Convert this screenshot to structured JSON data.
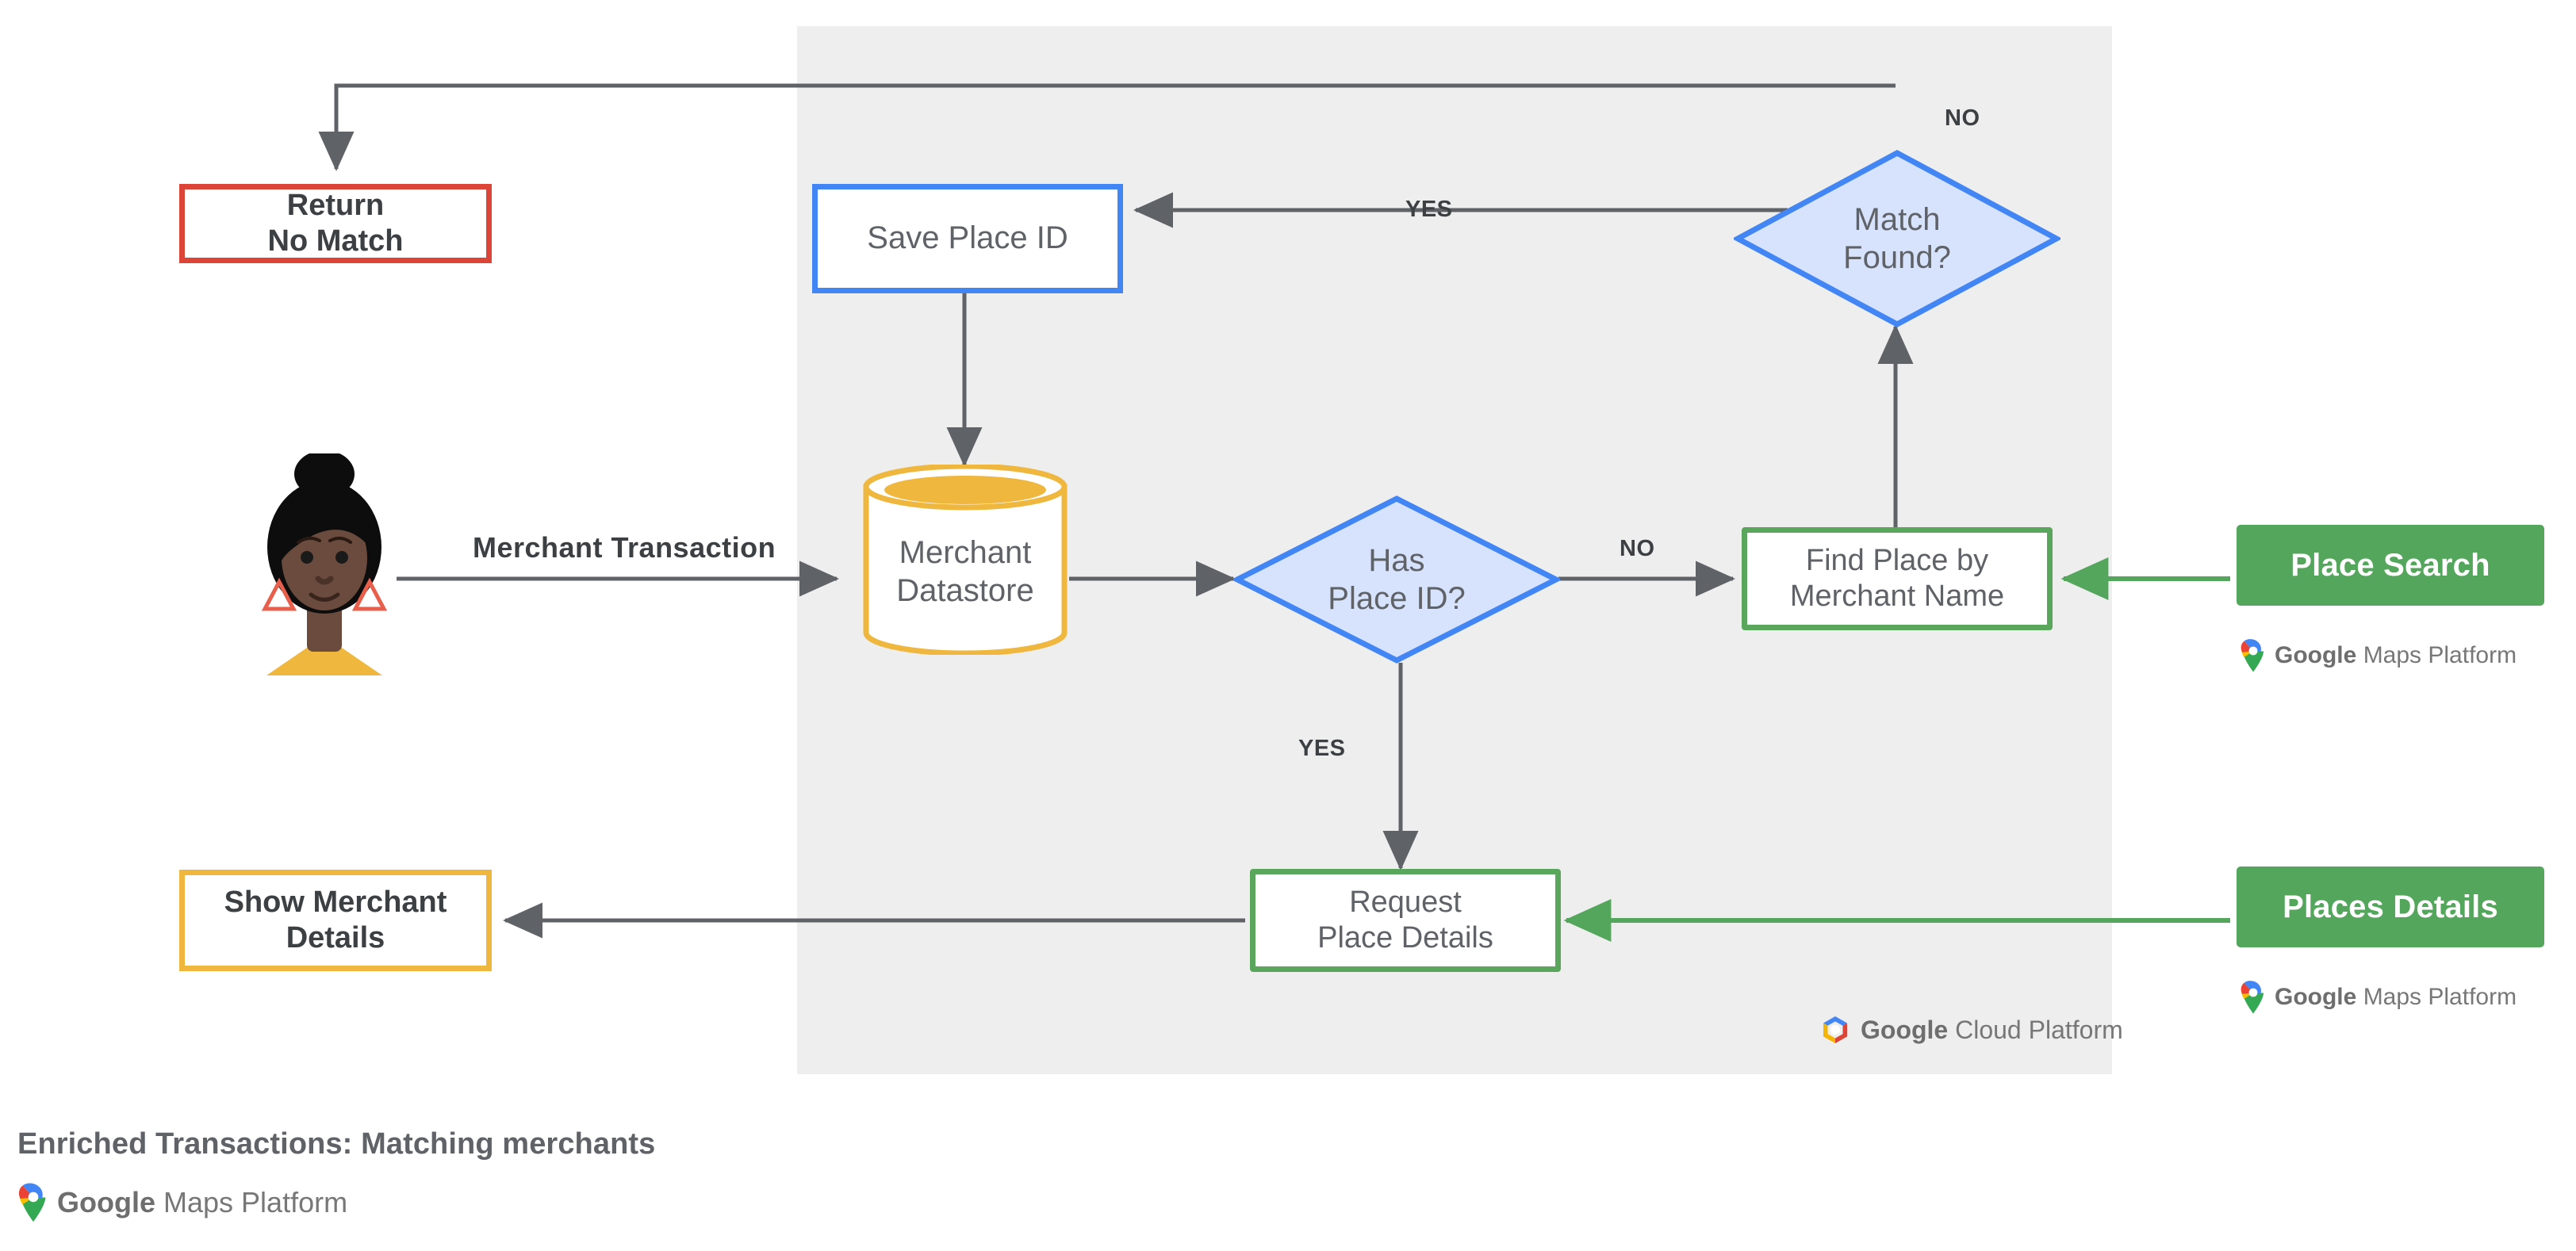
{
  "diagram": {
    "title": "Enriched Transactions: Matching merchants",
    "platform_panel_label": "Google Cloud Platform",
    "panel_brand_google": "Google",
    "panel_brand_rest": "Cloud Platform",
    "maps_brand_google": "Google",
    "maps_brand_rest": "Maps Platform"
  },
  "actor": {
    "name": "merchant-customer-avatar",
    "skin": "#6B4B3E",
    "hair": "#0D0D0D",
    "shirt": "#EFB73E",
    "earring": "#E8604C"
  },
  "nodes": {
    "return_no_match": {
      "line1": "Return",
      "line2": "No Match",
      "color": "#DB4437"
    },
    "save_place_id": {
      "line1": "Save Place ID",
      "line2": "",
      "color": "#4285F4"
    },
    "merchant_datastore": {
      "line1": "Merchant",
      "line2": "Datastore",
      "color": "#EFB73E"
    },
    "has_place_id": {
      "line1": "Has",
      "line2": "Place ID?",
      "color": "#4285F4",
      "fill": "#D7E3FC"
    },
    "match_found": {
      "line1": "Match",
      "line2": "Found?",
      "color": "#4285F4",
      "fill": "#D7E3FC"
    },
    "find_place": {
      "line1": "Find Place by",
      "line2": "Merchant Name",
      "color": "#5AA65B"
    },
    "request_details": {
      "line1": "Request",
      "line2": "Place Details",
      "color": "#5AA65B"
    },
    "show_merchant": {
      "line1": "Show Merchant",
      "line2": "Details",
      "color": "#EFB73E"
    }
  },
  "products": {
    "place_search": {
      "label": "Place Search",
      "color": "#53A65B"
    },
    "places_details": {
      "label": "Places Details",
      "color": "#53A65B"
    }
  },
  "edge_labels": {
    "merchant_transaction": "Merchant Transaction",
    "has_place_id_no": "NO",
    "has_place_id_yes": "YES",
    "match_found_yes": "YES",
    "match_found_no": "NO"
  },
  "colors": {
    "panel_bg": "#eeeeee",
    "edge": "#5f6368",
    "blue": "#4285F4",
    "blue_fill": "#D7E3FC",
    "red": "#DB4437",
    "yellow": "#EFB73E",
    "green": "#5AA65B",
    "green_solid": "#53A65B",
    "text_dark": "#3c4043",
    "text_gray": "#5f6368"
  }
}
